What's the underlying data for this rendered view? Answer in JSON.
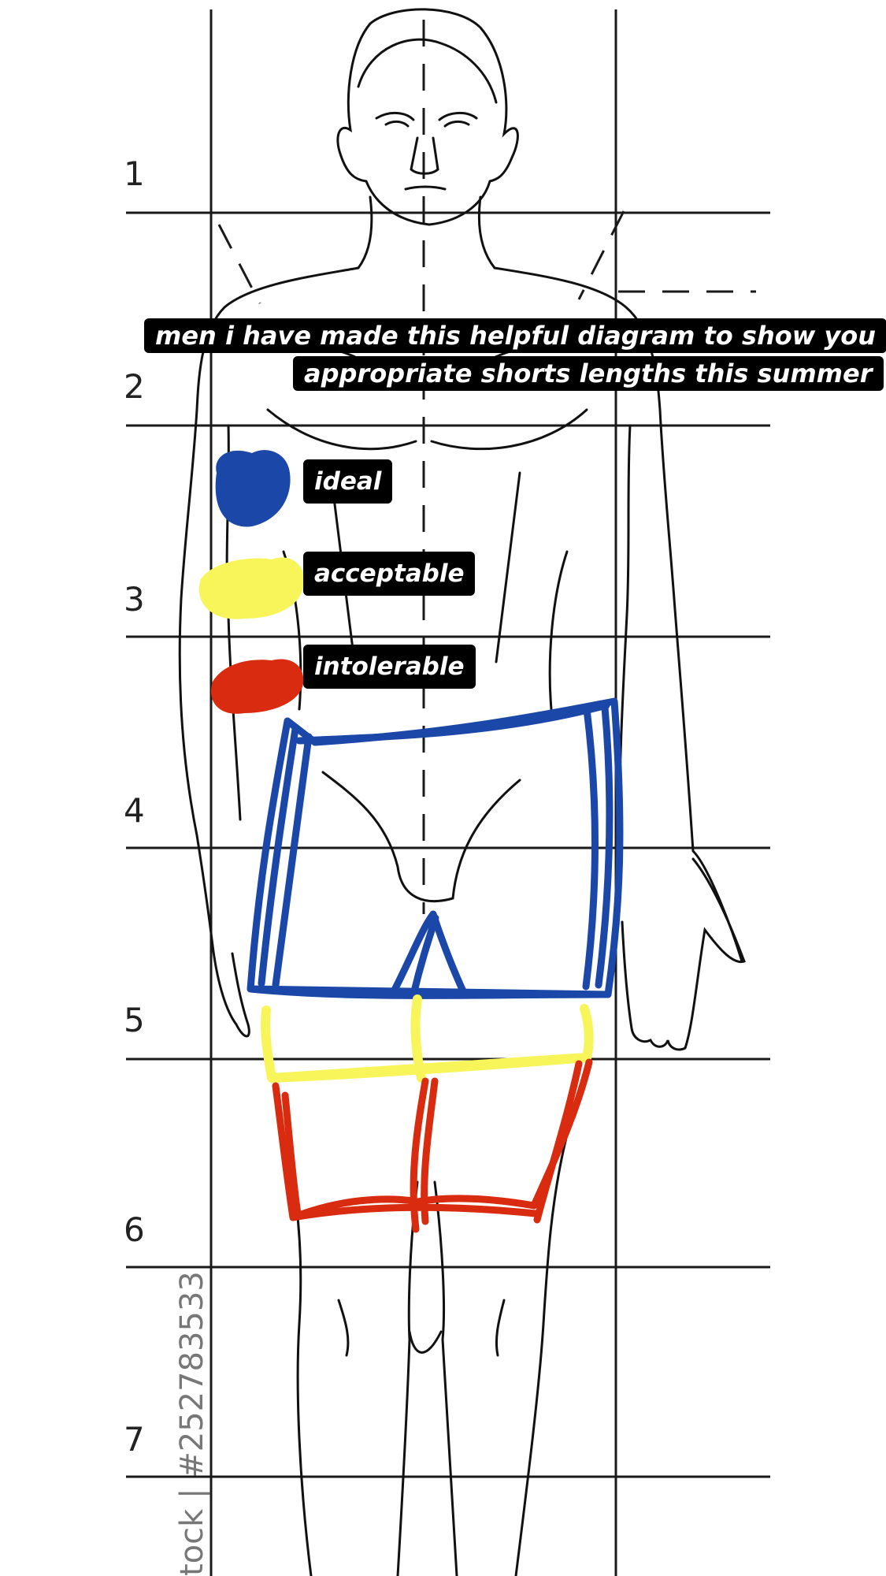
{
  "caption": {
    "line1": "men i have made this helpful diagram to show you",
    "line2": "appropriate shorts lengths this summer"
  },
  "legend": [
    {
      "label": "ideal",
      "color": "#1a47a8"
    },
    {
      "label": "acceptable",
      "color": "#f7f55a"
    },
    {
      "label": "intolerable",
      "color": "#d92b0f"
    }
  ],
  "row_numbers": [
    "1",
    "2",
    "3",
    "4",
    "5",
    "6",
    "7"
  ],
  "watermark": {
    "stock_id": "tock | #252783533",
    "brand": "Adobe Stock"
  },
  "colors": {
    "line": "#1a1a1a",
    "ideal": "#1a47a8",
    "acceptable": "#f7f55a",
    "intolerable": "#d92b0f"
  }
}
